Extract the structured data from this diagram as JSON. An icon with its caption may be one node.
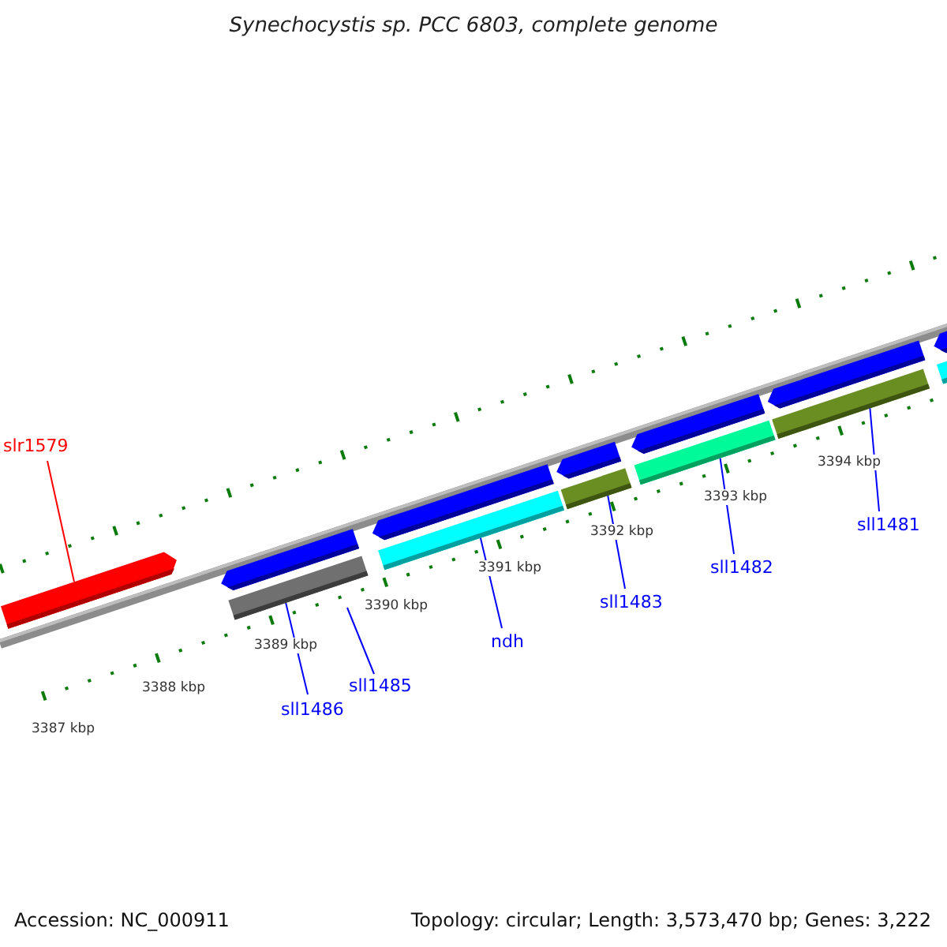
{
  "diagram": {
    "title": "Synechocystis sp. PCC 6803, complete genome",
    "nodes": [
      {
        "text": [],
        "shape": "arrow"
      },
      {
        "text": [],
        "shape": "arrow"
      },
      {
        "text": [],
        "shape": "bar"
      },
      {
        "text": [],
        "shape": "arrow"
      },
      {
        "text": [],
        "shape": "bar"
      },
      {
        "text": [],
        "shape": "arrow"
      },
      {
        "text": [],
        "shape": "bar"
      },
      {
        "text": [],
        "shape": "arrow"
      },
      {
        "text": [],
        "shape": "bar"
      },
      {
        "text": [],
        "shape": "arrow"
      },
      {
        "text": [],
        "shape": "bar"
      },
      {
        "text": [],
        "shape": "arrow"
      },
      {
        "text": [],
        "shape": "bar"
      },
      {
        "text": [
          "slr1579"
        ]
      },
      {
        "text": [
          "sll1486"
        ]
      },
      {
        "text": [
          "sll1485"
        ]
      },
      {
        "text": [
          "ndh"
        ]
      },
      {
        "text": [
          "sll1483"
        ]
      },
      {
        "text": [
          "sll1482"
        ]
      },
      {
        "text": [
          "sll1481"
        ]
      }
    ],
    "edges": [
      {
        "from": 13,
        "to": 0,
        "arrow": "none",
        "color": "#ff0000"
      },
      {
        "from": 14,
        "to": 2,
        "arrow": "none"
      },
      {
        "from": 15,
        "to": null,
        "arrow": "none"
      },
      {
        "from": 16,
        "to": 4,
        "arrow": "none"
      },
      {
        "from": 17,
        "to": 6,
        "arrow": "none"
      },
      {
        "from": 18,
        "to": 8,
        "arrow": "none"
      },
      {
        "from": 19,
        "to": 10,
        "arrow": "none"
      }
    ],
    "labels": [
      "3387 kbp",
      "3388 kbp",
      "3389 kbp",
      "3390 kbp",
      "3391 kbp",
      "3392 kbp",
      "3393 kbp",
      "3394 kbp",
      "Accession: NC_000911",
      "Topology: circular; Length: 3,573,470 bp; Genes: 3,222"
    ]
  }
}
